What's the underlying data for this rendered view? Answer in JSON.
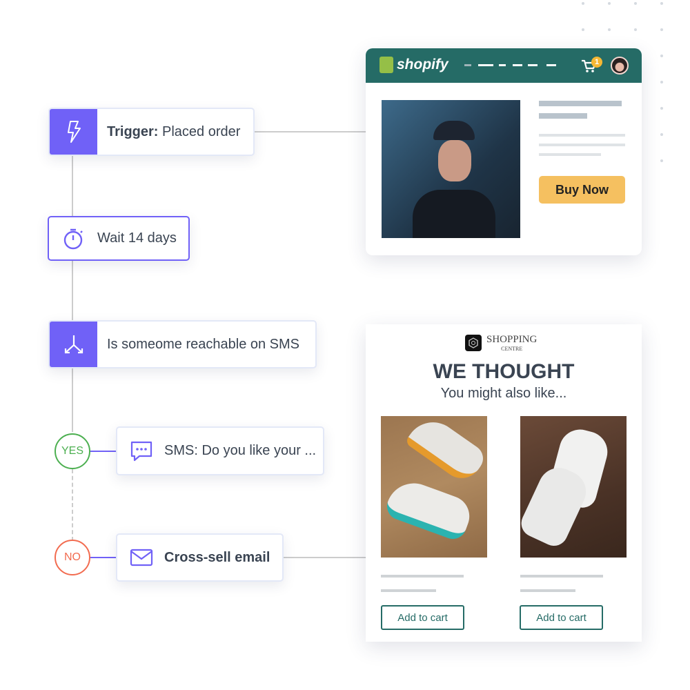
{
  "workflow": {
    "trigger": {
      "bold": "Trigger:",
      "text": " Placed order"
    },
    "wait": {
      "label": "Wait 14 days"
    },
    "split": {
      "label": "Is someome reachable on SMS"
    },
    "yes_branch": {
      "badge": "YES",
      "label": "SMS: Do you like your ..."
    },
    "no_branch": {
      "badge": "NO",
      "label": "Cross-sell email"
    }
  },
  "shopify_card": {
    "brand": "shopify",
    "cart_count": "1",
    "buy_button": "Buy Now"
  },
  "email_card": {
    "brand": "SHOPPING",
    "brand_sub": "CENTRE",
    "headline": "WE THOUGHT",
    "subheadline": "You might also like...",
    "products": [
      {
        "button": "Add to cart"
      },
      {
        "button": "Add to cart"
      }
    ]
  },
  "colors": {
    "accent": "#7061f7",
    "shopify_header": "#256b66",
    "yes": "#4caf50",
    "no": "#f26b4f",
    "buy": "#f5c060"
  }
}
